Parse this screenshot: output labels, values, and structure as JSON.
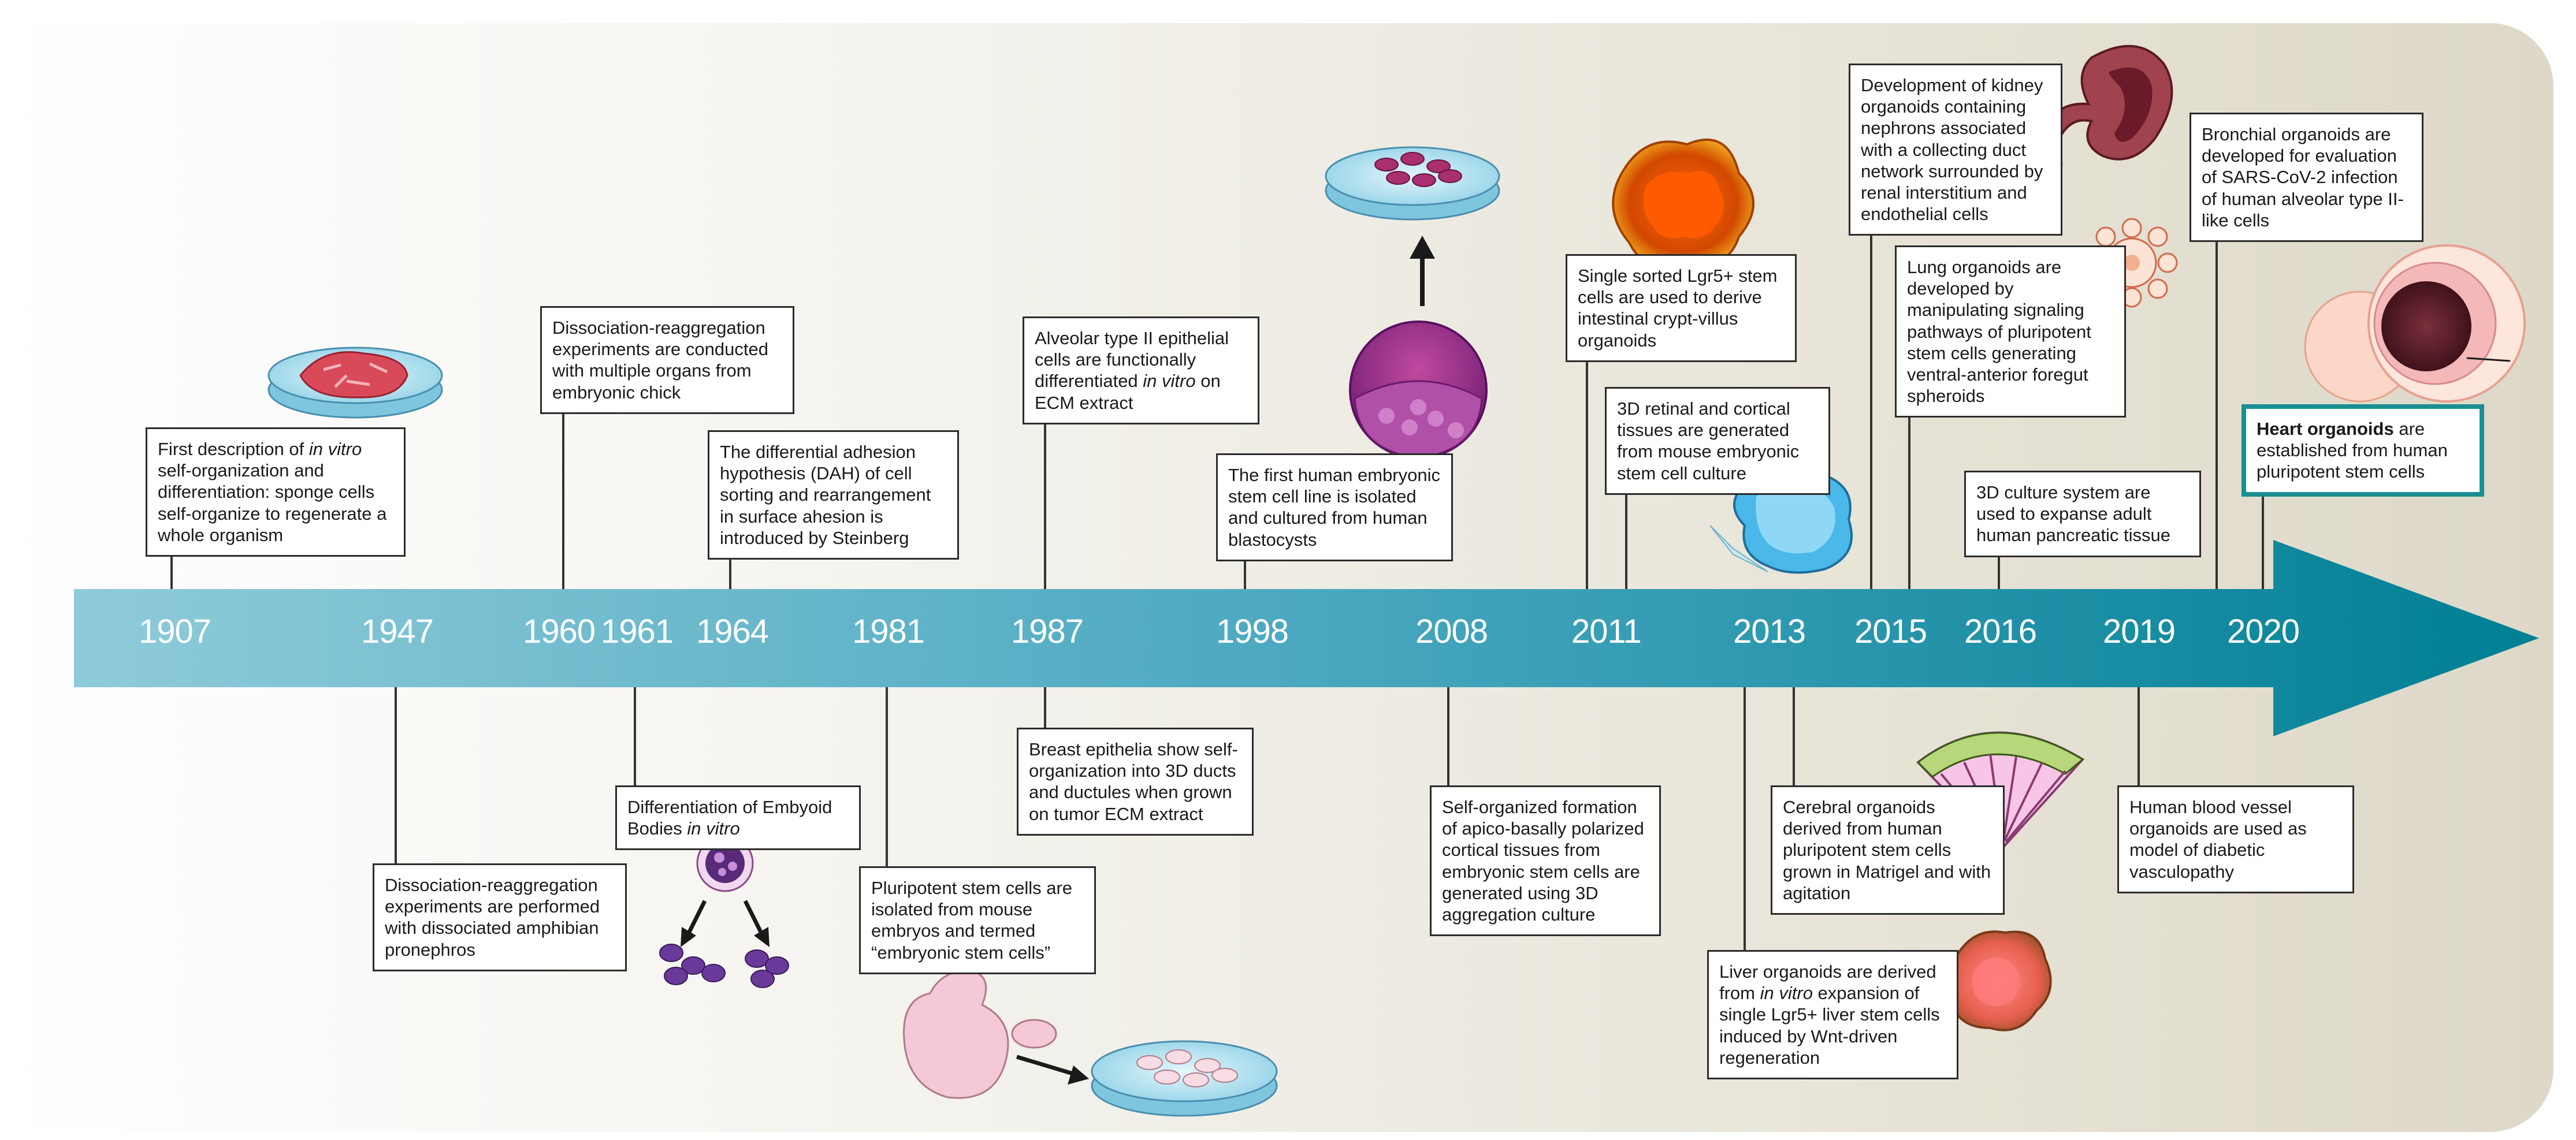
{
  "timeline": {
    "years": [
      "1907",
      "1947",
      "1960",
      "1961",
      "1964",
      "1981",
      "1987",
      "1998",
      "2008",
      "2011",
      "2013",
      "2015",
      "2016",
      "2019",
      "2020"
    ]
  },
  "events": {
    "e1907": {
      "pre": "First description of ",
      "em": "in vitro",
      "post": " self-organization and differentiation: sponge cells self-organize to regenerate a whole organism"
    },
    "e1947": {
      "text": "Dissociation-reaggregation experiments are performed with dissociated amphibian pronephros"
    },
    "e1960": {
      "text": "Dissociation-reaggregation experiments are conducted with multiple organs from embryonic chick"
    },
    "e1961": {
      "pre": "Differentiation of Embyoid Bodies ",
      "em": "in vitro"
    },
    "e1964": {
      "text": "The differential adhesion hypothesis (DAH) of cell sorting and rearrangement in surface ahesion is introduced by Steinberg"
    },
    "e1981": {
      "text": "Pluripotent stem cells are isolated from mouse embryos and termed “embryonic stem cells”"
    },
    "e1987a": {
      "pre": "Alveolar type II epithelial cells are functionally differentiated ",
      "em": "in vitro",
      "post": " on ECM extract"
    },
    "e1987b": {
      "text": "Breast epithelia show self-organization into 3D ducts and ductules when grown on tumor ECM extract"
    },
    "e1998": {
      "text": "The first human embryonic stem cell line is isolated and cultured from human blastocysts"
    },
    "e2008": {
      "text": "Self-organized formation of apico-basally polarized cortical tissues from embryonic stem cells are generated using 3D aggregation culture"
    },
    "e2011a": {
      "text": "Single sorted Lgr5+ stem cells are used to derive intestinal crypt-villus organoids"
    },
    "e2011b": {
      "text": "3D retinal and cortical tissues are generated from mouse embryonic stem cell culture"
    },
    "e2013a": {
      "pre": "Liver organoids are derived from ",
      "em": "in vitro",
      "post": " expansion of single Lgr5+ liver stem cells induced by Wnt-driven regeneration"
    },
    "e2013b": {
      "text": "Cerebral organoids derived from human pluripotent stem cells grown in Matrigel and with agitation"
    },
    "e2015a": {
      "text": "Development of kidney organoids containing nephrons associated with a collecting duct network surrounded by renal interstitium and endothelial cells"
    },
    "e2015b": {
      "text": "Lung organoids are developed by manipulating signaling pathways of pluripotent stem cells generating ventral-anterior foregut spheroids"
    },
    "e2016": {
      "text": "3D culture system are used  to expanse adult human pancreatic tissue"
    },
    "e2019": {
      "text": "Human blood vessel organoids are used as model of diabetic vasculopathy"
    },
    "e2020a": {
      "text": "Bronchial organoids are developed for evaluation of SARS-CoV-2 infection of human alveolar type II-like cells"
    },
    "e2020b": {
      "strong": "Heart organoids",
      "post": " are established from human pluripotent stem cells"
    }
  },
  "colors": {
    "arrow_start": "#8fcbd9",
    "arrow_end": "#007f94",
    "highlight_border": "#1a8f93"
  },
  "icons": [
    "petri-dish-icon",
    "embryoid-body-icon",
    "mouse-embryo-icon",
    "blastocyst-icon",
    "intestinal-organoid-icon",
    "retinal-organoid-icon",
    "kidney-organoid-icon",
    "lung-organoid-icon",
    "cerebral-organoid-icon",
    "liver-organoid-icon",
    "heart-organoid-icon"
  ]
}
